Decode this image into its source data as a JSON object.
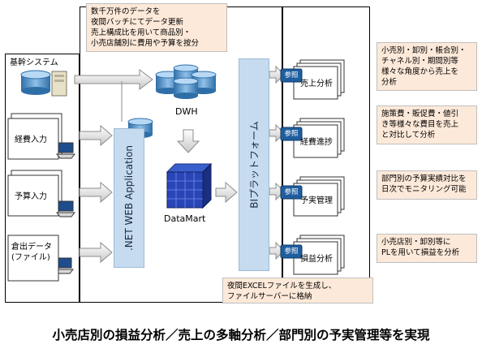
{
  "left": {
    "items": [
      {
        "label": "基幹システム"
      },
      {
        "label": "経費入力"
      },
      {
        "label": "予算入力"
      },
      {
        "label": "倉出データ\n(ファイル)"
      }
    ]
  },
  "middle": {
    "note_top": "数千万件のデータを\n夜間バッチにてデータ更新\n売上構成比を用いて商品別・\n小売店舗別に費用や予算を按分",
    "app_label": ".NET WEB Application",
    "dwh_label": "DWH",
    "datamart_label": "DataMart",
    "bi_label": "BIプラットフォーム",
    "note_bottom": "夜間EXCELファイルを生成し、\nファイルサーバーに格納"
  },
  "reports": [
    {
      "ref": "参照",
      "label": "売上分析"
    },
    {
      "ref": "参照",
      "label": "経費進捗"
    },
    {
      "ref": "参照",
      "label": "予実管理"
    },
    {
      "ref": "参照",
      "label": "損益分析"
    }
  ],
  "right_notes": [
    "小売別・卸別・帳合別・\nチャネル別・期間別等\n様々な角度から売上を\n分析",
    "施策費・販促費・値引\nき等様々な費目を売上\nと対比して分析",
    "部門別の予算実績対比を\n日次でモニタリング可能",
    "小売店別・卸別等に\nPLを用いて損益を分析"
  ],
  "caption": "小売店別の損益分析／売上の多軸分析／部門別の予実管理等を実現"
}
